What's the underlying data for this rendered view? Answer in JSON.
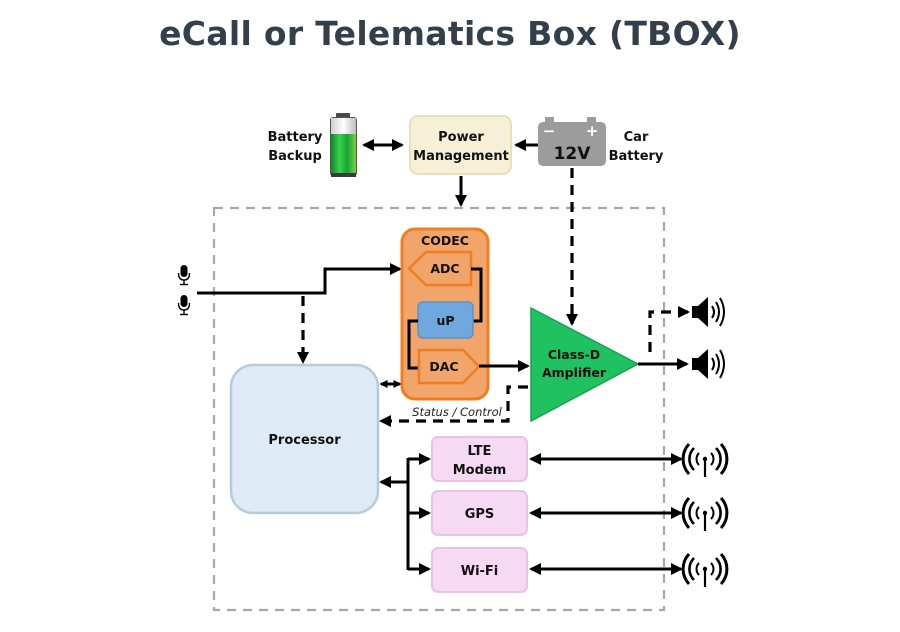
{
  "title": "eCall or Telematics Box (TBOX)",
  "blocks": {
    "battery_backup": {
      "label_line1": "Battery",
      "label_line2": "Backup"
    },
    "power_management": {
      "label_line1": "Power",
      "label_line2": "Management"
    },
    "car_battery": {
      "icon_text": "12V",
      "minus": "−",
      "plus": "+",
      "label_line1": "Car",
      "label_line2": "Battery"
    },
    "codec": {
      "label": "CODEC",
      "adc": "ADC",
      "up": "uP",
      "dac": "DAC"
    },
    "amplifier": {
      "label_line1": "Class-D",
      "label_line2": "Amplifier"
    },
    "processor": {
      "label": "Processor"
    },
    "status_control": "Status / Control",
    "lte_modem": {
      "label_line1": "LTE",
      "label_line2": "Modem"
    },
    "gps": {
      "label": "GPS"
    },
    "wifi": {
      "label": "Wi-Fi"
    }
  },
  "icons": {
    "inputs": [
      "microphone-icon",
      "microphone-icon"
    ],
    "outputs": [
      "speaker-icon",
      "speaker-icon"
    ],
    "antennas": [
      "antenna-icon",
      "antenna-icon",
      "antenna-icon"
    ],
    "backup_battery": "battery-icon",
    "car_battery": "car-battery-icon"
  },
  "colors": {
    "title": "#333f4b",
    "power_management_fill": "#f6f0d9",
    "car_battery_fill": "#9c9c9c",
    "codec_fill": "#f1a56a",
    "codec_border": "#f07d1f",
    "up_fill": "#6fa8dc",
    "amplifier_fill": "#1fc160",
    "processor_fill": "#deeaf6",
    "rf_block_fill": "#f6d9f3",
    "container_dash": "#a8a8a8"
  }
}
